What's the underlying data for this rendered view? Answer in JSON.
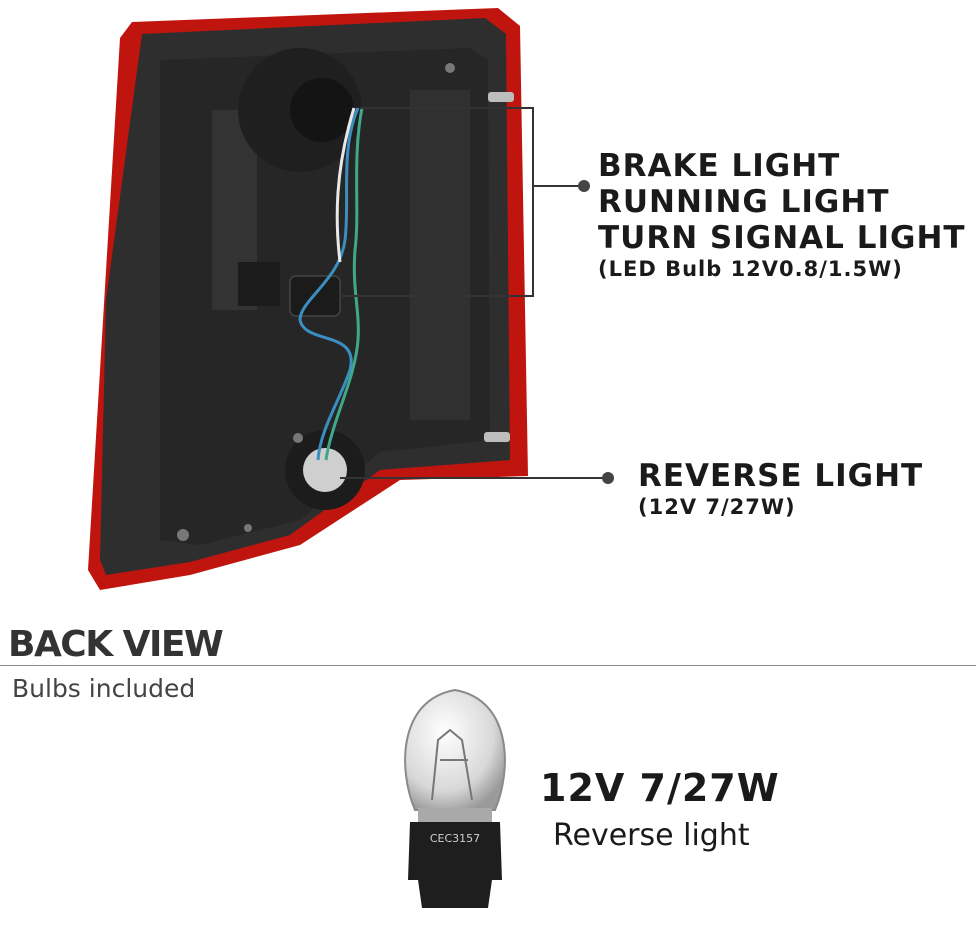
{
  "callouts": {
    "top": {
      "line1": "BRAKE LIGHT",
      "line2": "RUNNING LIGHT",
      "line3": "TURN SIGNAL LIGHT",
      "detail": "(LED Bulb 12V0.8/1.5W)"
    },
    "bottom": {
      "line1": "REVERSE LIGHT",
      "detail": "(12V 7/27W)"
    }
  },
  "section": {
    "title": "BACK VIEW",
    "subtitle": "Bulbs included"
  },
  "bulb": {
    "base_marking": "CEC3157",
    "spec": "12V 7/27W",
    "name": "Reverse light"
  },
  "colors": {
    "lens_red": "#c0150f",
    "housing_dark": "#2b2b2b",
    "wire_blue": "#3a8fc0",
    "wire_teal": "#3fa88a"
  }
}
